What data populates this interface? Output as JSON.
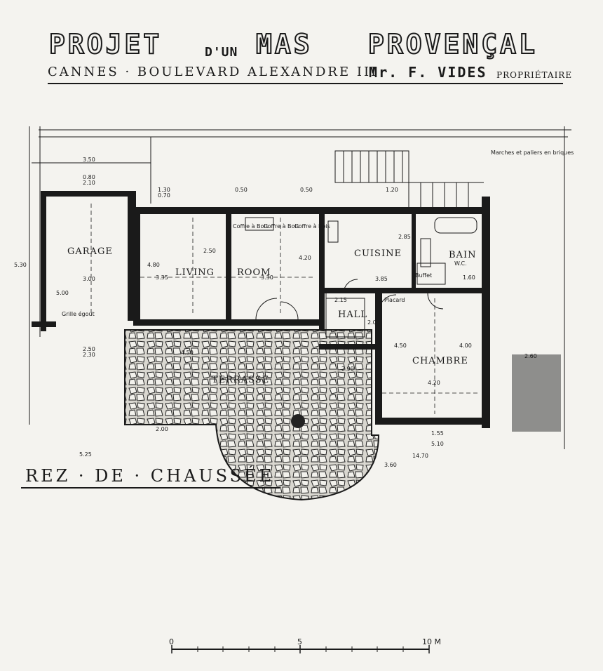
{
  "title": {
    "projet": "PROJET",
    "dun": "D'UN",
    "mas": "MAS",
    "provencal": "PROVENÇAL"
  },
  "subtitle": {
    "location": "CANNES · BOULEVARD ALEXANDRE III ·",
    "owner": "Mr. F. VIDES",
    "role": "PROPRIÉTAIRE"
  },
  "rooms": {
    "garage": "GARAGE",
    "living": "LIVING",
    "room": "ROOM",
    "cuisine": "CUISINE",
    "bain": "BAIN",
    "hall": "HALL",
    "chambre": "CHAMBRE",
    "terrasse": "TERRASSE"
  },
  "notes": {
    "marches": "Marches et paliers en briques",
    "coffre1": "Coffre à Bois",
    "coffre2": "Coffre à Bois",
    "coffre3": "Coffre à Bois",
    "placard": "Placard",
    "buffet": "Buffet",
    "grille": "Grille égout",
    "wc": "W.C."
  },
  "dims": {
    "d1": "3.50",
    "d2": "0.80",
    "d3": "2.10",
    "d4": "3.00",
    "d5": "1.30",
    "d6": "0.70",
    "d7": "0.50",
    "d8": "0.50",
    "d9": "1.20",
    "d10": "3.35",
    "d11": "3.30",
    "d12": "4.20",
    "d13": "3.85",
    "d14": "2.85",
    "d15": "2.15",
    "d16": "2.00",
    "d17": "4.20",
    "d18": "4.00",
    "d19": "4.50",
    "d20": "2.50",
    "d21": "2.30",
    "d22": "2.60",
    "d23": "14.70",
    "d24": "3.60",
    "d25": "2.00",
    "d26": "5.25",
    "d27": "1.55",
    "d28": "5.10",
    "d29": "4.50",
    "d30": "5.30",
    "d31": "5.00",
    "d32": "4.80",
    "d33": "2.50",
    "d34": "1.60",
    "d35": "2.90"
  },
  "plan_label": "REZ · DE · CHAUSSÉE",
  "scale": {
    "zero": "0",
    "five": "5",
    "ten": "10 M"
  }
}
